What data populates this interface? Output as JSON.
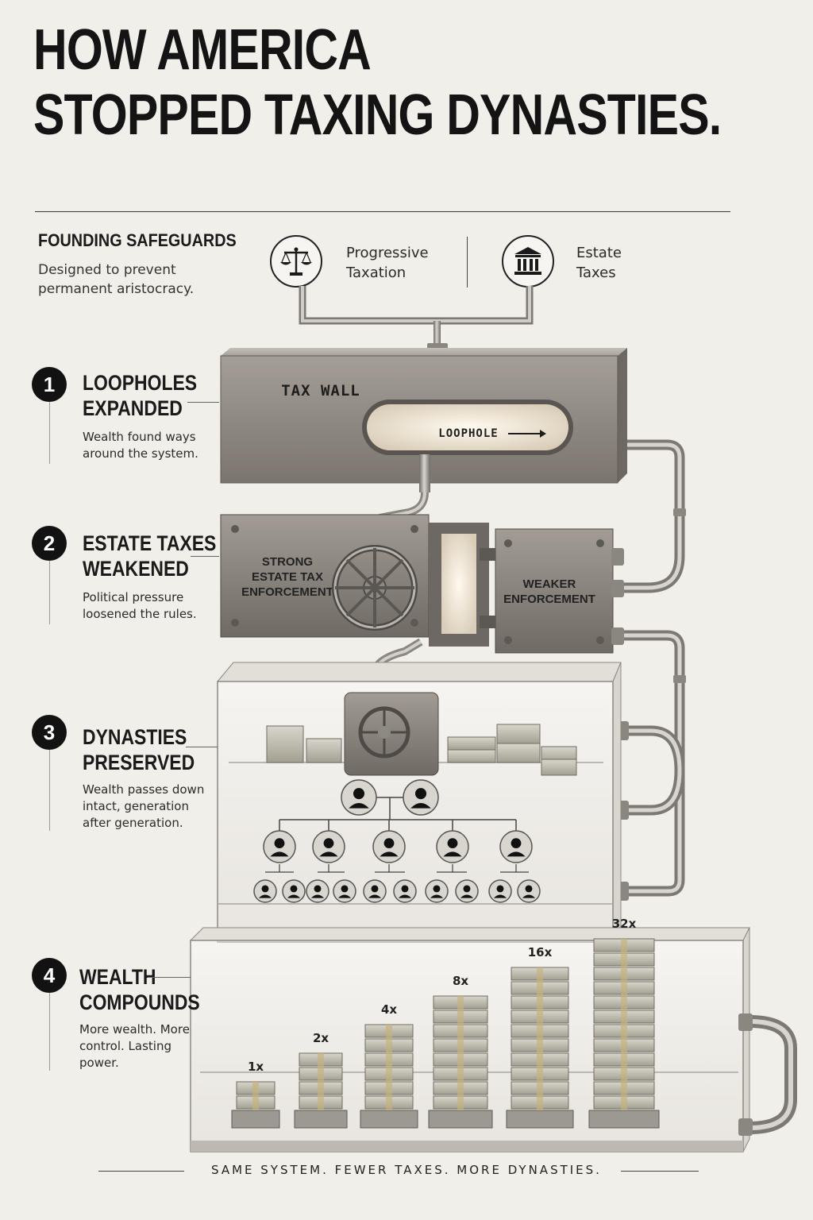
{
  "title": {
    "line1": "HOW AMERICA",
    "line2": "STOPPED TAXING DYNASTIES."
  },
  "founding": {
    "heading": "FOUNDING SAFEGUARDS",
    "subtitle": "Designed to prevent permanent aristocracy.",
    "safeguards": [
      {
        "icon": "scales-icon",
        "label_line1": "Progressive",
        "label_line2": "Taxation"
      },
      {
        "icon": "courthouse-icon",
        "label_line1": "Estate",
        "label_line2": "Taxes"
      }
    ]
  },
  "steps": [
    {
      "number": "1",
      "title_line1": "LOOPHOLES",
      "title_line2": "EXPANDED",
      "desc": "Wealth found ways around the system."
    },
    {
      "number": "2",
      "title_line1": "ESTATE TAXES",
      "title_line2": "WEAKENED",
      "desc": "Political pressure loosened the rules."
    },
    {
      "number": "3",
      "title_line1": "DYNASTIES",
      "title_line2": "PRESERVED",
      "desc": "Wealth passes down intact, generation after generation."
    },
    {
      "number": "4",
      "title_line1": "WEALTH",
      "title_line2": "COMPOUNDS",
      "desc": "More wealth. More control. Lasting power."
    }
  ],
  "wall": {
    "label": "TAX WALL",
    "loophole": "LOOPHOLE"
  },
  "vault": {
    "left_line1": "STRONG",
    "left_line2": "ESTATE TAX",
    "left_line3": "ENFORCEMENT",
    "right_line1": "WEAKER",
    "right_line2": "ENFORCEMENT"
  },
  "multipliers": [
    {
      "label": "1x",
      "stack_height": 1
    },
    {
      "label": "2x",
      "stack_height": 2
    },
    {
      "label": "4x",
      "stack_height": 3
    },
    {
      "label": "8x",
      "stack_height": 4
    },
    {
      "label": "16x",
      "stack_height": 5
    },
    {
      "label": "32x",
      "stack_height": 6
    }
  ],
  "footer": "SAME SYSTEM. FEWER TAXES. MORE DYNASTIES.",
  "colors": {
    "background": "#f1efea",
    "stone": "#8d8780",
    "metal": "#9a948c",
    "ink": "#141414"
  }
}
